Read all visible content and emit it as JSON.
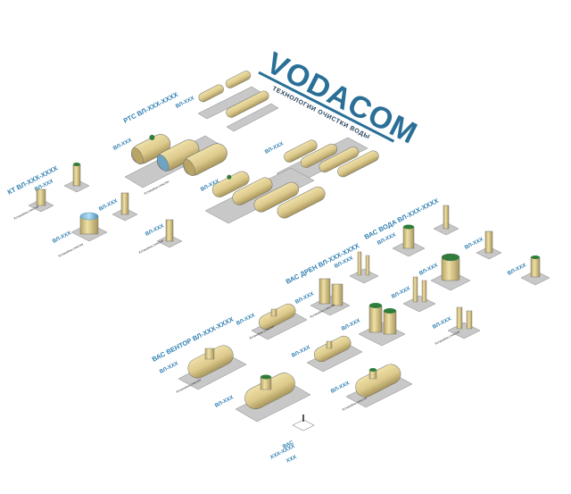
{
  "logo": {
    "brand": "VODACOM",
    "tagline": "ТЕХНОЛОГИИ ОЧИСТКИ ВОДЫ"
  },
  "colors": {
    "tank_body": "#dcc98c",
    "tank_shade": "#b8a464",
    "tank_ring": "#6f6f6f",
    "hatch": "#2e7d3a",
    "platform": "#c8c8c8",
    "label_blue": "#2f7fb0"
  },
  "groups": [
    {
      "id": "rts",
      "label": "РТС ВЛ-ХХХ-ХХХХ"
    },
    {
      "id": "kt",
      "label": "КТ ВЛ-ХХХ-ХХХХ"
    },
    {
      "id": "vts-aqua",
      "label": "ВАС ВОДА ВЛ-ХХХ-ХХХХ"
    },
    {
      "id": "vas-dren",
      "label": "ВАС ДРЕН ВЛ-ХХХ-ХХХХ"
    },
    {
      "id": "vas-ventor",
      "label": "ВАС ВЕНТОР ВЛ-ХХХ-ХХХХ"
    }
  ],
  "items": [
    {
      "id": "a1",
      "label": "ВЛ-ХХХ",
      "caption": "Установка очистки"
    },
    {
      "id": "a2",
      "label": "ВЛ-ХХХ",
      "caption": "Установка очистки"
    },
    {
      "id": "a3",
      "label": "ВЛ-ХХХ",
      "caption": "Установка очистки"
    },
    {
      "id": "a4",
      "label": "ВЛ-ХХХ",
      "caption": "Установка очистки"
    },
    {
      "id": "a5",
      "label": "ВЛ-ХХХ",
      "caption": "Установка очистки"
    },
    {
      "id": "a6",
      "label": "ВЛ-ХХХ",
      "caption": "Установка очистки"
    },
    {
      "id": "a7",
      "label": "ВЛ-ХХХ",
      "caption": "Установка очистки"
    },
    {
      "id": "a8",
      "label": "ВЛ-ХХХ",
      "caption": "Установка очистки"
    },
    {
      "id": "a9",
      "label": "ВЛ-ХХХ",
      "caption": "Установка очистки"
    },
    {
      "id": "a10",
      "label": "ВЛ-ХХХ",
      "caption": "Установка очистки"
    },
    {
      "id": "a11",
      "label": "ВЛ-ХХХ",
      "caption": "Установка очистки"
    },
    {
      "id": "a12",
      "label": "ВЛ-ХХХ",
      "caption": "Установка очистки"
    },
    {
      "id": "a13",
      "label": "ВЛ-ХХХ",
      "caption": "Установка очистки"
    },
    {
      "id": "a14",
      "label": "ВЛ-ХХХ",
      "caption": "Установка очистки"
    },
    {
      "id": "a15",
      "label": "ВЛ-ХХХ",
      "caption": "Установка очистки"
    },
    {
      "id": "a16",
      "label": "ВЛ-ХХХ",
      "caption": "Установка очистки"
    },
    {
      "id": "a17",
      "label": "ВЛ-ХХХ",
      "caption": "Установка очистки"
    },
    {
      "id": "a18",
      "label": "ВЛ-ХХХ",
      "caption": "Установка очистки"
    },
    {
      "id": "a19",
      "label": "ВЛ-ХХХ",
      "caption": "Установка очистки"
    },
    {
      "id": "a20",
      "label": "ВЛ-ХХХ",
      "caption": "Установка очистки"
    },
    {
      "id": "a21",
      "label": "ВЛ-ХХХ",
      "caption": "Установка очистки"
    },
    {
      "id": "a22",
      "label": "ВЛ-ХХХ",
      "caption": "Установка очистки"
    }
  ],
  "legend": {
    "line1": "ВАС",
    "line2": "ХХХ-ХХХХ",
    "line3": "ХХХ"
  }
}
